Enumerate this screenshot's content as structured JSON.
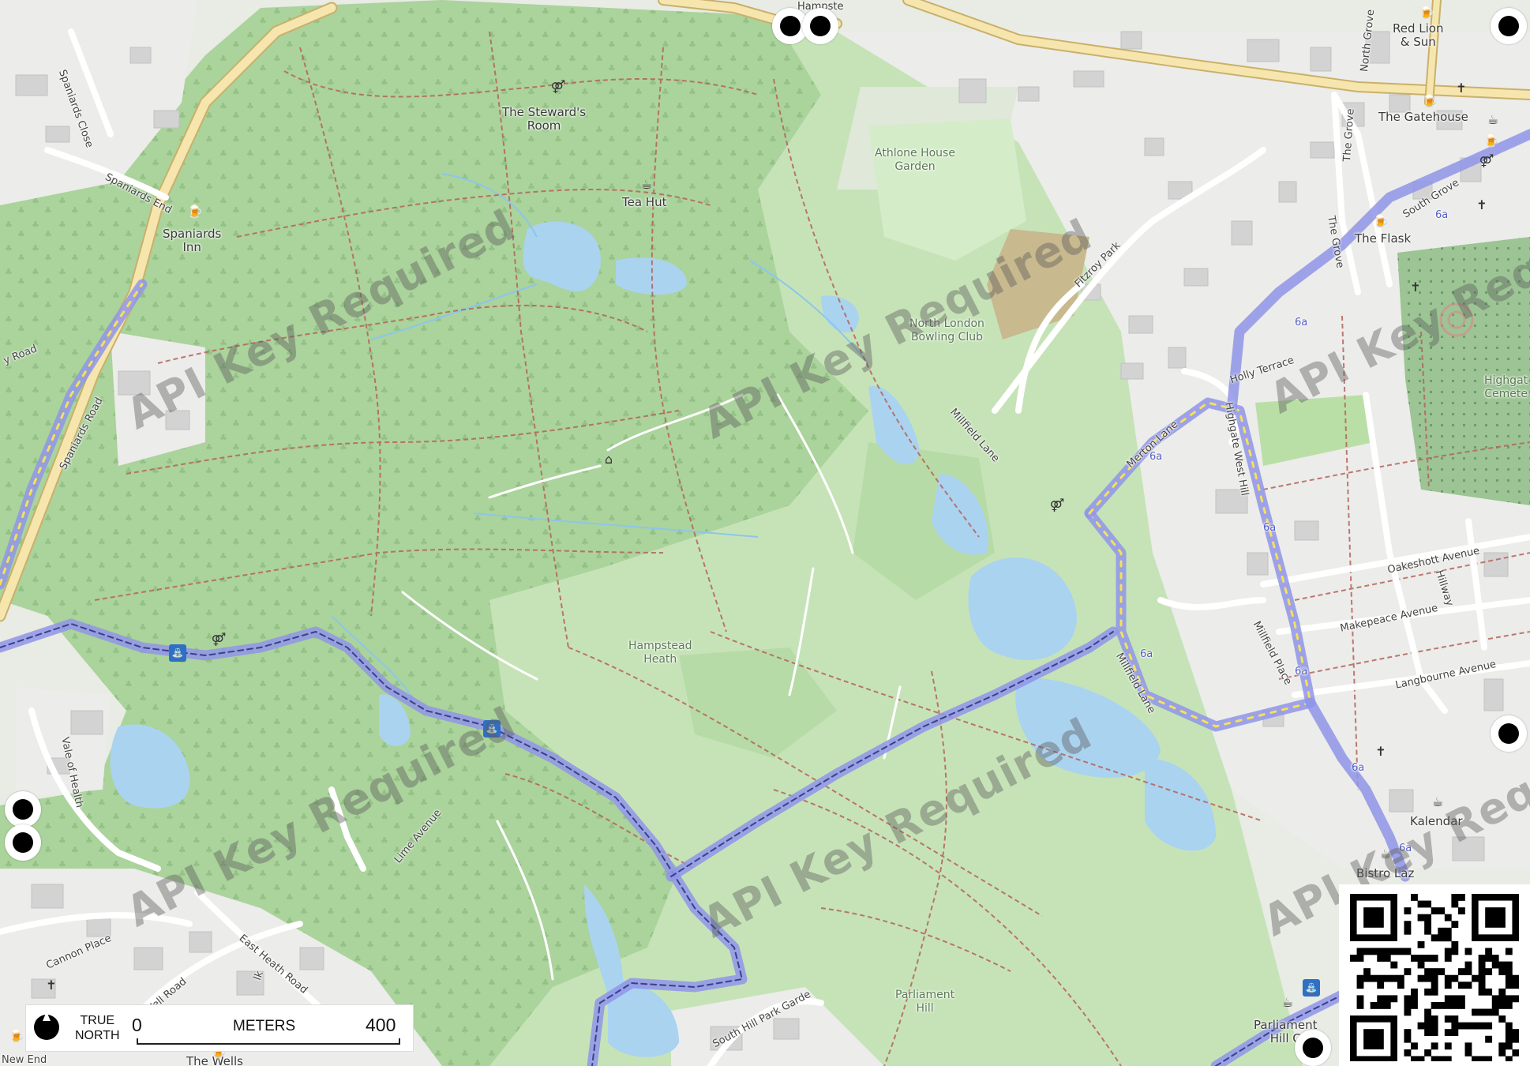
{
  "map": {
    "places": {
      "stewards_room": "The Steward's\nRoom",
      "tea_hut": "Tea Hut",
      "spaniards_inn": "Spaniards\nInn",
      "athlone_garden": "Athlone House\nGarden",
      "bowling_club": "North London\nBowling Club",
      "hampstead_heath": "Hampstead\nHeath",
      "parliament_hill": "Parliament\nHill",
      "parliament_hill_cafe": "Parliament\nHill C",
      "red_lion": "Red Lion\n& Sun",
      "gatehouse": "The Gatehouse",
      "flask": "The Flask",
      "kalendar": "Kalendar",
      "bistro": "Bistro Laz",
      "highgate_cemetery": "Highgat\nCemete",
      "the_wells": "The Wells",
      "ham_top": "Hampste"
    },
    "streets": {
      "spaniards_close": "Spaniards Close",
      "spaniards_end": "Spaniards End",
      "spaniards_road": "Spaniards Road",
      "y_road": "y Road",
      "fitzroy_park": "Fitzroy Park",
      "millfield_lane_1": "Millfield Lane",
      "millfield_lane_2": "Millfield Lane",
      "merton_lane": "Merton Lane",
      "holly_terrace": "Holly Terrace",
      "highgate_west_hill": "Highgate West Hill",
      "south_grove": "South Grove",
      "the_grove_1": "The Grove",
      "the_grove_2": "The Grove",
      "north_grove": "North Grove",
      "oakeshott": "Oakeshott Avenue",
      "makepeace": "Makepeace Avenue",
      "langbourne": "Langbourne Avenue",
      "hillway": "Hillway",
      "millfield_place": "Millfield Place",
      "vale_of_health": "Vale of Health",
      "lime_avenue": "Lime Avenue",
      "cannon_place": "Cannon Place",
      "well_road": "Well Road",
      "east_heath_road": "East Heath Road",
      "south_hill_park": "South Hill Park Garde",
      "new_end": "New End",
      "lk": "lk"
    },
    "route_ref": "6a",
    "watermark": "API Key Required"
  },
  "scale_bar": {
    "north_label_1": "TRUE",
    "north_label_2": "NORTH",
    "zero": "0",
    "unit": "METERS",
    "max": "400"
  },
  "colors": {
    "land": "#e8ece4",
    "woodland": "#abd39c",
    "heath": "#c6e3b8",
    "water": "#aad3f0",
    "route": "#8f95e8",
    "path": "#b4635a",
    "building": "#d3d3d3",
    "road": "#ffffff",
    "main_road": "#f5e3a8"
  }
}
